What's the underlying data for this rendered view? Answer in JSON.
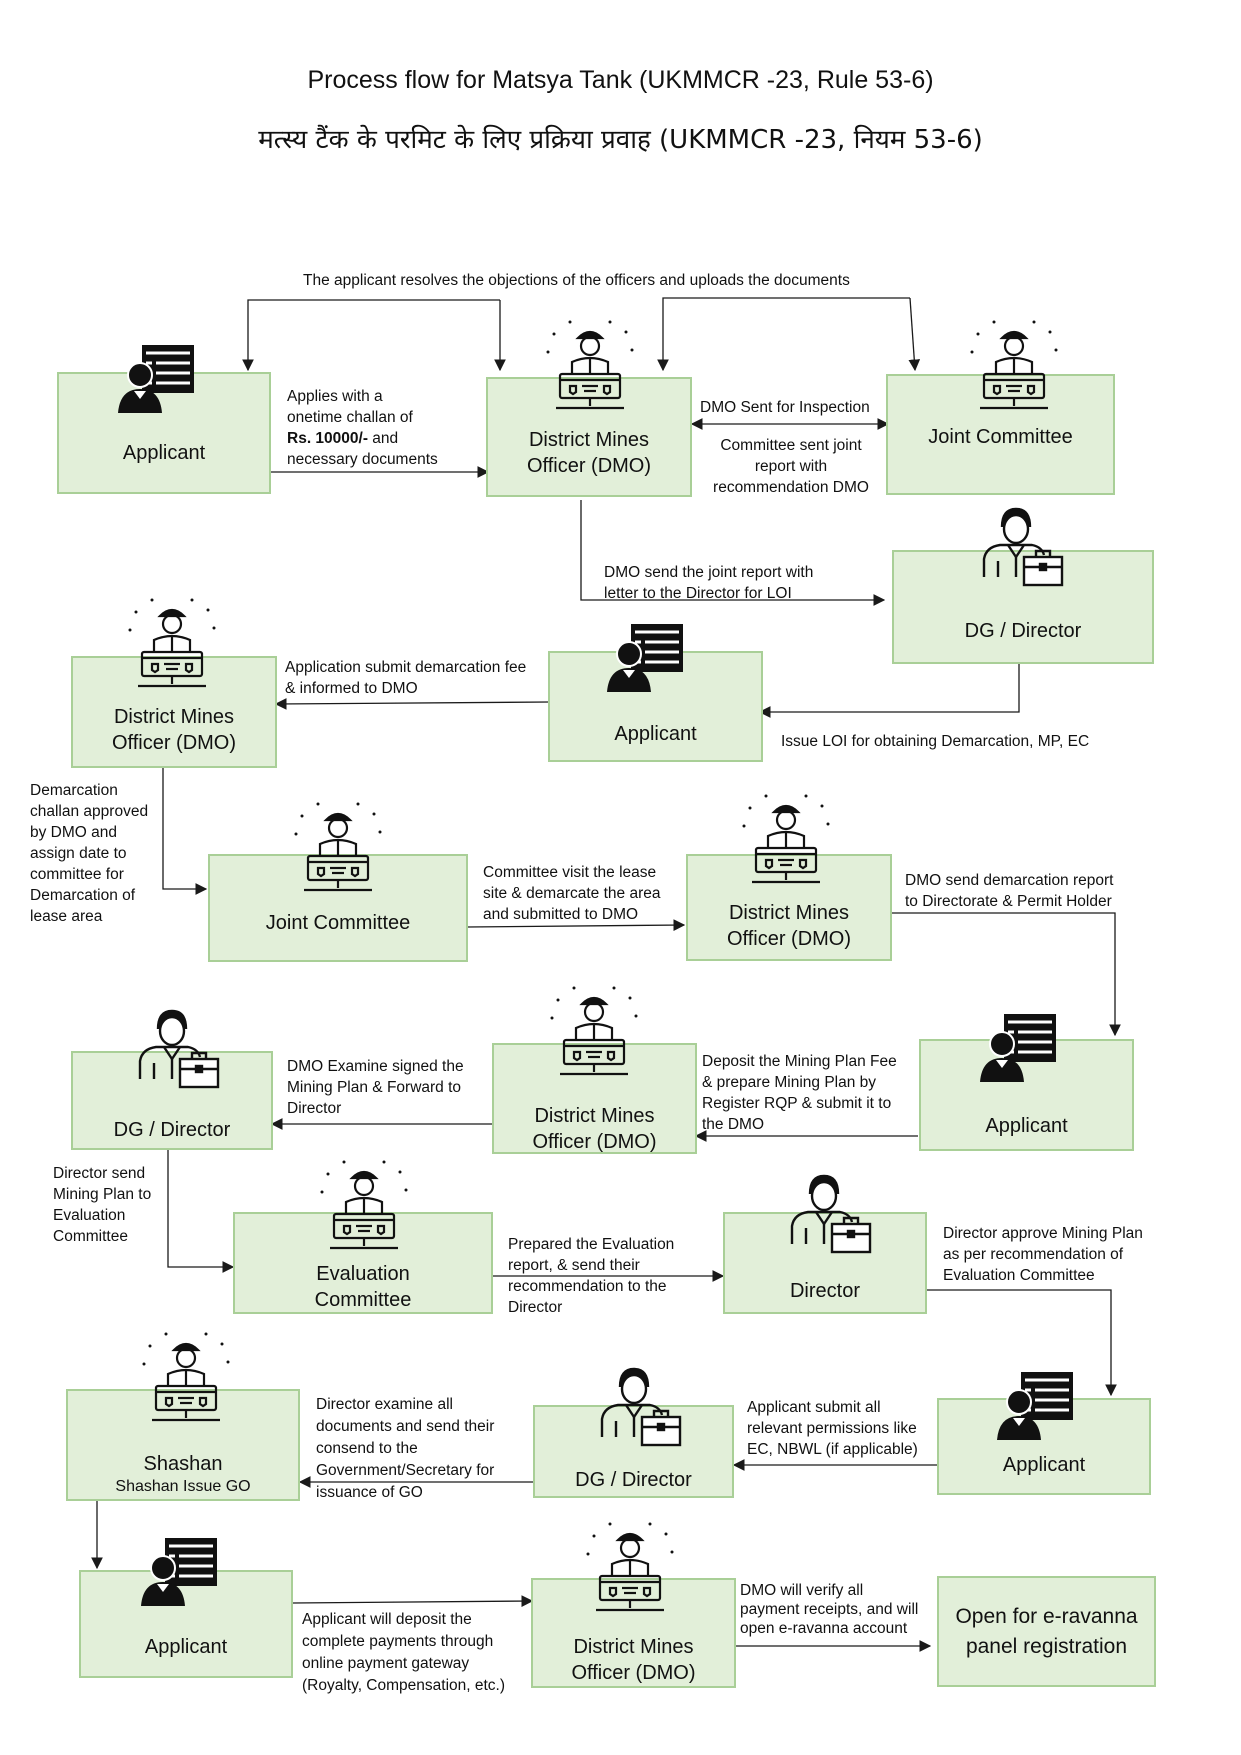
{
  "titles": {
    "english": "Process flow for Matsya Tank (UKMMCR -23, Rule 53-6)",
    "hindi": "मत्स्य  टैंक  के परमिट के लिए प्रक्रिया प्रवाह (UKMMCR -23, नियम 53-6)"
  },
  "colors": {
    "box_fill": "#e2efd9",
    "box_border": "#a9cf97",
    "line": "#1a1a1a"
  },
  "nodes": {
    "applicant1": "Applicant",
    "dmo1": "District Mines\nOfficer (DMO)",
    "jc1": "Joint Committee",
    "dg1": "DG / Director",
    "dmo2": "District Mines\nOfficer (DMO)",
    "applicant2": "Applicant",
    "jc2": "Joint Committee",
    "dmo3": "District Mines\nOfficer (DMO)",
    "dg2": "DG / Director",
    "dmo4": "District Mines\nOfficer (DMO)",
    "applicant3": "Applicant",
    "eval": "Evaluation\nCommittee",
    "director": "Director",
    "shashan": "Shashan",
    "shashan_sub": "Shashan Issue GO",
    "dg3": "DG / Director",
    "applicant4": "Applicant",
    "applicant5": "Applicant",
    "dmo5": "District Mines\nOfficer (DMO)",
    "eravanna": "Open for e-ravanna\npanel registration"
  },
  "notes": {
    "resolve": "The applicant resolves the objections of the officers and uploads the documents",
    "applies_pre": "Applies with a\nonetime challan of\n",
    "applies_bold": "Rs. 10000/-",
    "applies_post": " and\nnecessary documents",
    "dmo_inspection": "DMO Sent for Inspection",
    "committee_report": "Committee sent joint\nreport with\nrecommendation DMO",
    "dmo_joint_report": "DMO send the joint report with\nletter to the Director for LOI",
    "demarcation_fee": "Application submit demarcation fee\n& informed to DMO",
    "issue_loi": "Issue LOI for obtaining Demarcation, MP, EC",
    "demarcation_challan": "Demarcation\nchallan approved\nby DMO and\nassign date to\ncommittee for\nDemarcation of\nlease area",
    "committee_visit": "Committee visit the lease\nsite & demarcate the area\nand submitted to DMO",
    "dmo_demarcation_report": "DMO send demarcation report\nto Directorate & Permit Holder",
    "dmo_examine": "DMO Examine signed the\nMining Plan & Forward to\nDirector",
    "deposit_mining_plan": "Deposit the Mining Plan Fee\n& prepare Mining Plan by\nRegister RQP & submit it to\nthe DMO",
    "director_send": "Director send\nMining Plan to\nEvaluation\nCommittee",
    "prepared_eval": "Prepared the Evaluation\nreport, & send their\nrecommendation to the\nDirector",
    "director_approve": "Director approve Mining Plan\nas per recommendation of\nEvaluation Committee",
    "director_examine": "Director examine all\ndocuments and send their\nconsend to the\nGovernment/Secretary for\nissuance of GO",
    "applicant_permissions": "Applicant submit all\nrelevant permissions like\nEC, NBWL (if applicable)",
    "applicant_deposit": "Applicant will deposit the\ncomplete payments through\nonline payment gateway\n(Royalty, Compensation, etc.)",
    "dmo_verify": "DMO will verify all\npayment receipts, and will\nopen e-ravanna account"
  }
}
